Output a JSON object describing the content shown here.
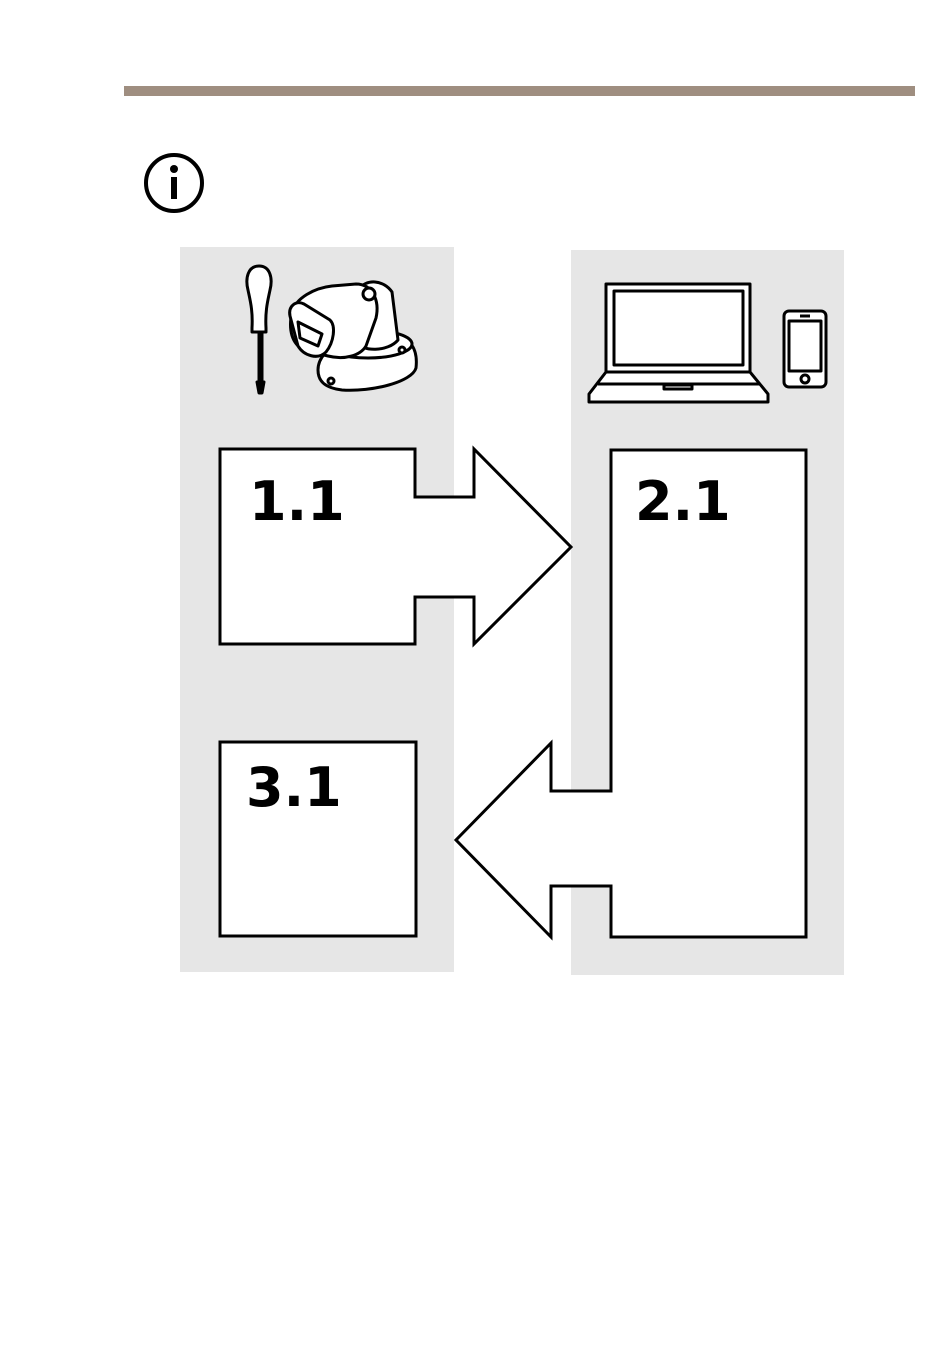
{
  "colors": {
    "rule": "#9f8e80",
    "panel": "#e6e6e6",
    "stroke": "#000000",
    "box_fill": "#ffffff"
  },
  "header": {
    "icon": "info-icon"
  },
  "left_panel": {
    "icons": [
      "screwdriver-icon",
      "camera-icon"
    ]
  },
  "right_panel": {
    "icons": [
      "laptop-icon",
      "smartphone-icon"
    ]
  },
  "steps": {
    "step_1": "1.1",
    "step_2": "2.1",
    "step_3": "3.1"
  }
}
